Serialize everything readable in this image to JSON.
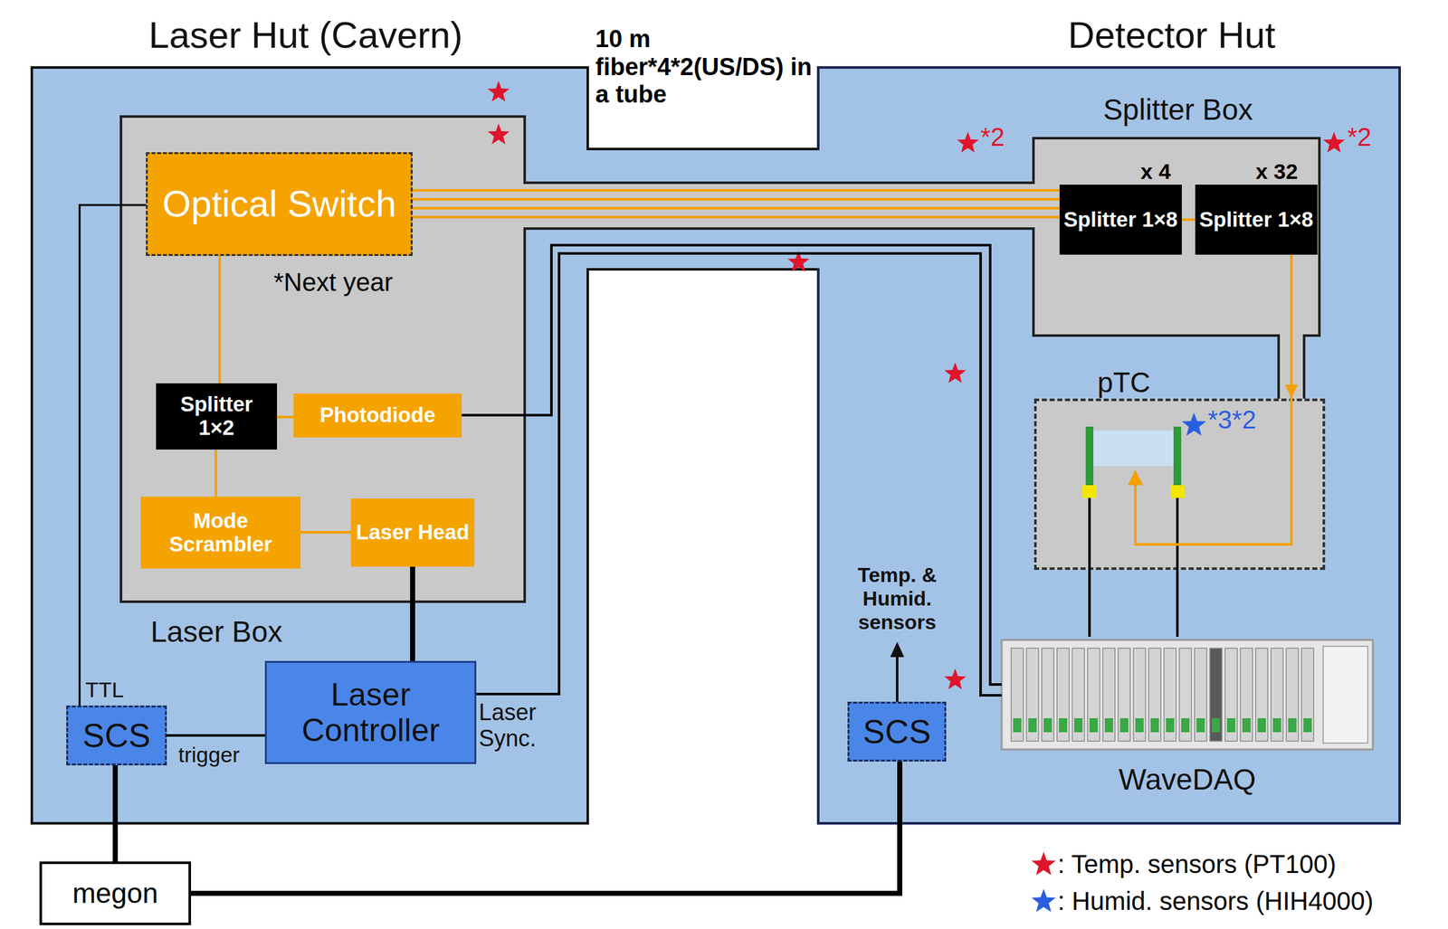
{
  "diagram": {
    "nodes": [
      {
        "text": [
          "Laser Hut (Cavern)"
        ]
      },
      {
        "text": [
          "Detector Hut"
        ]
      },
      {
        "text": [
          "Laser Box"
        ],
        "in": 0
      },
      {
        "text": [
          "Optical Switch"
        ],
        "in": 2
      },
      {
        "text": [
          "Splitter 1×2"
        ],
        "in": 2
      },
      {
        "text": [
          "Photodiode"
        ],
        "in": 2
      },
      {
        "text": [
          "Mode Scrambler"
        ],
        "in": 2
      },
      {
        "text": [
          "Laser Head"
        ],
        "in": 2
      },
      {
        "text": [
          "Laser Controller"
        ],
        "in": 0
      },
      {
        "text": [
          "SCS"
        ],
        "in": 0
      },
      {
        "text": [
          "Splitter Box"
        ],
        "in": 1
      },
      {
        "text": [
          "Splitter 1×8"
        ],
        "in": 10
      },
      {
        "text": [
          "Splitter 1×8"
        ],
        "in": 10
      },
      {
        "text": [
          "pTC"
        ],
        "in": 1
      },
      {
        "text": [
          "WaveDAQ"
        ],
        "in": 1
      },
      {
        "text": [
          "SCS"
        ],
        "in": 1
      },
      {
        "text": [
          "megon"
        ]
      }
    ],
    "edges": [
      {
        "from": 3,
        "to": 11,
        "arrow": "none"
      },
      {
        "from": 3,
        "to": 4,
        "arrow": "none"
      },
      {
        "from": 4,
        "to": 5,
        "arrow": "none"
      },
      {
        "from": 4,
        "to": 6,
        "arrow": "none"
      },
      {
        "from": 6,
        "to": 7,
        "arrow": "none"
      },
      {
        "from": 7,
        "to": 8,
        "arrow": "none"
      },
      {
        "from": 11,
        "to": 12,
        "arrow": "none"
      },
      {
        "from": 12,
        "to": 13,
        "arrow": "to"
      },
      {
        "from": 13,
        "to": 14,
        "arrow": "none"
      },
      {
        "from": 5,
        "to": 14,
        "arrow": "none"
      },
      {
        "from": 8,
        "to": 14,
        "label": "Laser Sync.",
        "arrow": "none"
      },
      {
        "from": 9,
        "to": 8,
        "label": "trigger",
        "arrow": "none"
      },
      {
        "from": 9,
        "to": 3,
        "label": "TTL",
        "arrow": "none"
      },
      {
        "from": 9,
        "to": 16,
        "arrow": "none"
      },
      {
        "from": 16,
        "to": 15,
        "arrow": "none"
      }
    ],
    "labels": [
      "10 m fiber*4*2(US/DS) in a tube",
      "*Next year",
      "x 4",
      "x 32",
      "*2",
      "*2",
      "*3*2",
      "Temp. & Humid. sensors"
    ],
    "legend": [
      {
        "text": ": Temp. sensors (PT100)"
      },
      {
        "text": ": Humid. sensors (HIH4000)"
      }
    ]
  }
}
